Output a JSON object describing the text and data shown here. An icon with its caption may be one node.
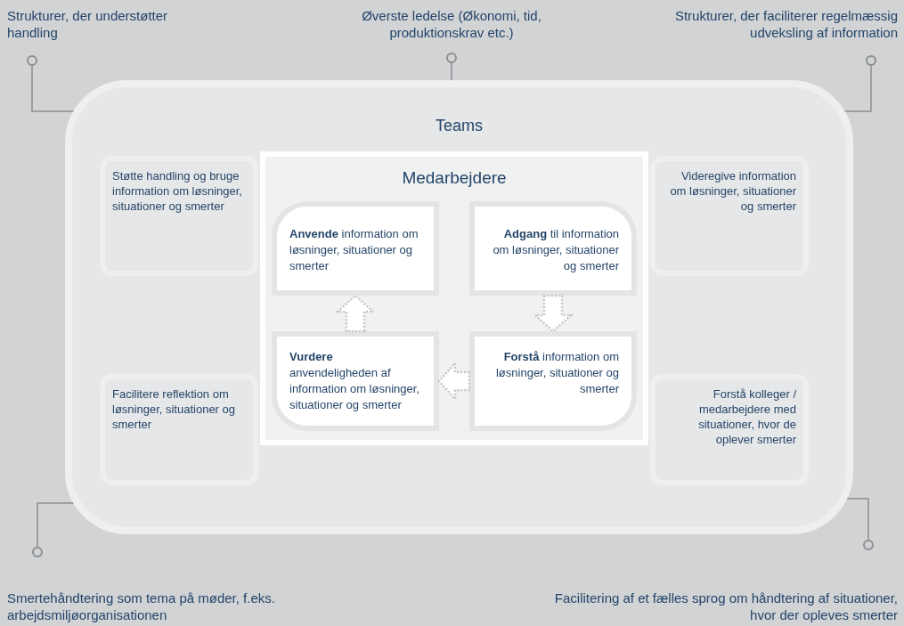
{
  "diagram": {
    "nodes": [
      {
        "text": [
          "Teams"
        ]
      },
      {
        "text": [
          "Medarbejdere"
        ],
        "in": 0
      },
      {
        "text": [
          "Støtte handling og bruge information om løsninger, situationer og smerter"
        ],
        "in": 0
      },
      {
        "text": [
          "Videregive information om løsninger, situationer og smerter"
        ],
        "in": 0
      },
      {
        "text": [
          "Facilitere reflektion om løsninger, situationer og smerter"
        ],
        "in": 0
      },
      {
        "text": [
          "Forstå kolleger / medarbejdere med situationer, hvor de oplever smerter"
        ],
        "in": 0
      },
      {
        "text": [
          "**Anvende** information om løsninger, situationer og smerter"
        ],
        "in": 1
      },
      {
        "text": [
          "**Adgang** til information om løsninger, situationer og smerter"
        ],
        "in": 1
      },
      {
        "text": [
          "**Vurdere** anvendeligheden af information om løsninger, situationer og smerter"
        ],
        "in": 1
      },
      {
        "text": [
          "**Forstå** information om løsninger, situationer og smerter"
        ],
        "in": 1
      },
      {
        "text": [
          "Strukturer, der understøtter handling"
        ]
      },
      {
        "text": [
          "Øverste ledelse (Økonomi, tid, produktionskrav etc.)"
        ]
      },
      {
        "text": [
          "Strukturer, der faciliterer regelmæssig udveksling af information"
        ]
      },
      {
        "text": [
          "Smertehåndtering som tema på møder, f.eks. arbejdsmiljøorganisationen"
        ]
      },
      {
        "text": [
          "Facilitering af et fælles sprog om håndtering af situationer, hvor der opleves smerter"
        ]
      }
    ],
    "edges": [
      {
        "from": 10,
        "to": 0,
        "arrow": "other"
      },
      {
        "from": 11,
        "to": 0,
        "arrow": "other"
      },
      {
        "from": 12,
        "to": 0,
        "arrow": "other"
      },
      {
        "from": 13,
        "to": 0,
        "arrow": "other"
      },
      {
        "from": 14,
        "to": 0,
        "arrow": "other"
      },
      {
        "from": 7,
        "to": 9,
        "arrow": "to",
        "style": "dashed"
      },
      {
        "from": 9,
        "to": 8,
        "arrow": "to",
        "style": "dashed"
      },
      {
        "from": 8,
        "to": 6,
        "arrow": "to",
        "style": "dashed"
      }
    ]
  }
}
